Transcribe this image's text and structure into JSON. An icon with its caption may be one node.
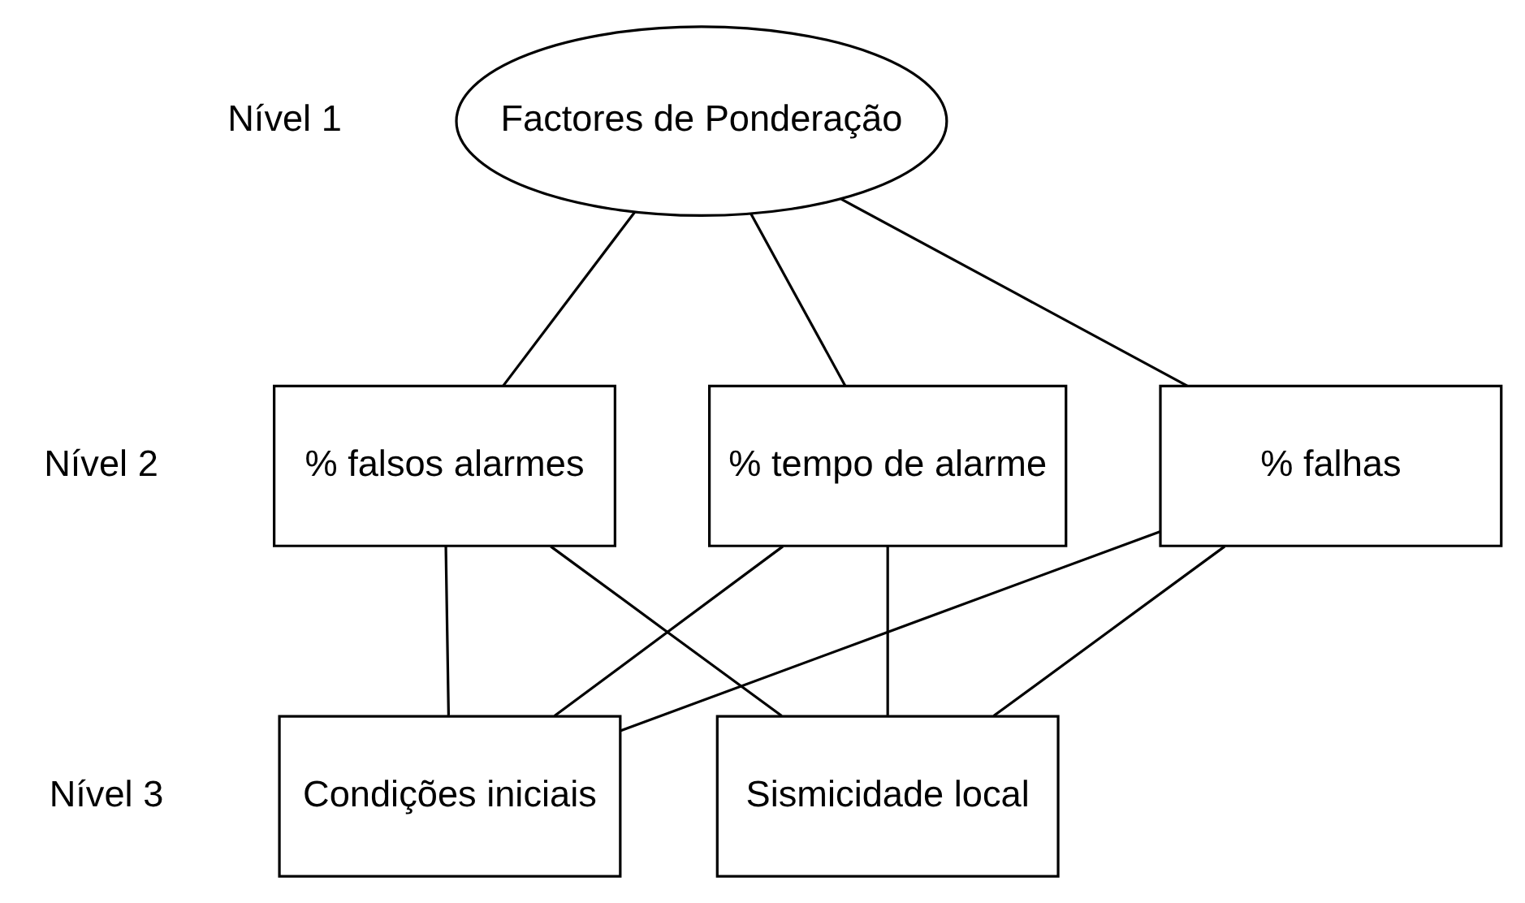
{
  "diagram": {
    "nodes": [
      {
        "text": [
          "Factores de Ponderação"
        ]
      },
      {
        "text": [
          "% falhas"
        ]
      },
      {
        "text": [
          "% falsos alarmes"
        ]
      },
      {
        "text": [
          "% tempo de alarme"
        ]
      },
      {
        "text": [
          "Condições iniciais"
        ]
      },
      {
        "text": [
          "Sismicidade local"
        ]
      }
    ],
    "edges": [
      {
        "from": 0,
        "to": 1,
        "arrow": "none"
      },
      {
        "from": 0,
        "to": 2,
        "arrow": "none"
      },
      {
        "from": 0,
        "to": 3,
        "arrow": "none"
      },
      {
        "from": 1,
        "to": 4,
        "arrow": "none"
      },
      {
        "from": 1,
        "to": 5,
        "arrow": "none"
      },
      {
        "from": 2,
        "to": 4,
        "arrow": "none"
      },
      {
        "from": 2,
        "to": 5,
        "arrow": "none"
      },
      {
        "from": 3,
        "to": 4,
        "arrow": "none"
      },
      {
        "from": 3,
        "to": 5,
        "arrow": "none"
      }
    ],
    "labels": [
      "Nível 1",
      "Nível 2",
      "Nível 3"
    ]
  }
}
